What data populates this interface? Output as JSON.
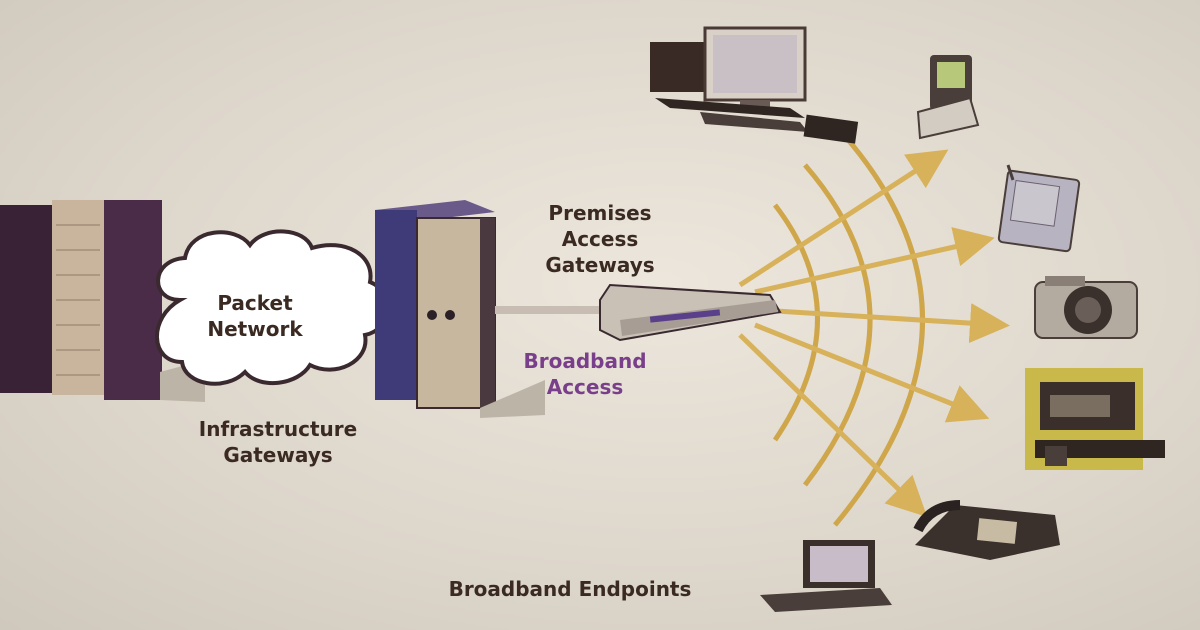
{
  "labels": {
    "packet_network": [
      "Packet",
      "Network"
    ],
    "infrastructure_gateways": [
      "Infrastructure",
      "Gateways"
    ],
    "premises_access_gateways": [
      "Premises",
      "Access",
      "Gateways"
    ],
    "broadband_access": [
      "Broadband",
      "Access"
    ],
    "broadband_endpoints": "Broadband Endpoints"
  },
  "icons": [
    "server-rack-icon",
    "cloud-icon",
    "gateway-cabinet-icon",
    "broadband-router-icon",
    "desktop-computer-icon",
    "mobile-phone-icon",
    "pda-icon",
    "camera-icon",
    "media-device-icon",
    "desk-phone-icon",
    "laptop-icon"
  ],
  "colors": {
    "accent_purple": "#7a3f8a",
    "arrow": "#d8b25a",
    "text": "#3a2a22"
  }
}
